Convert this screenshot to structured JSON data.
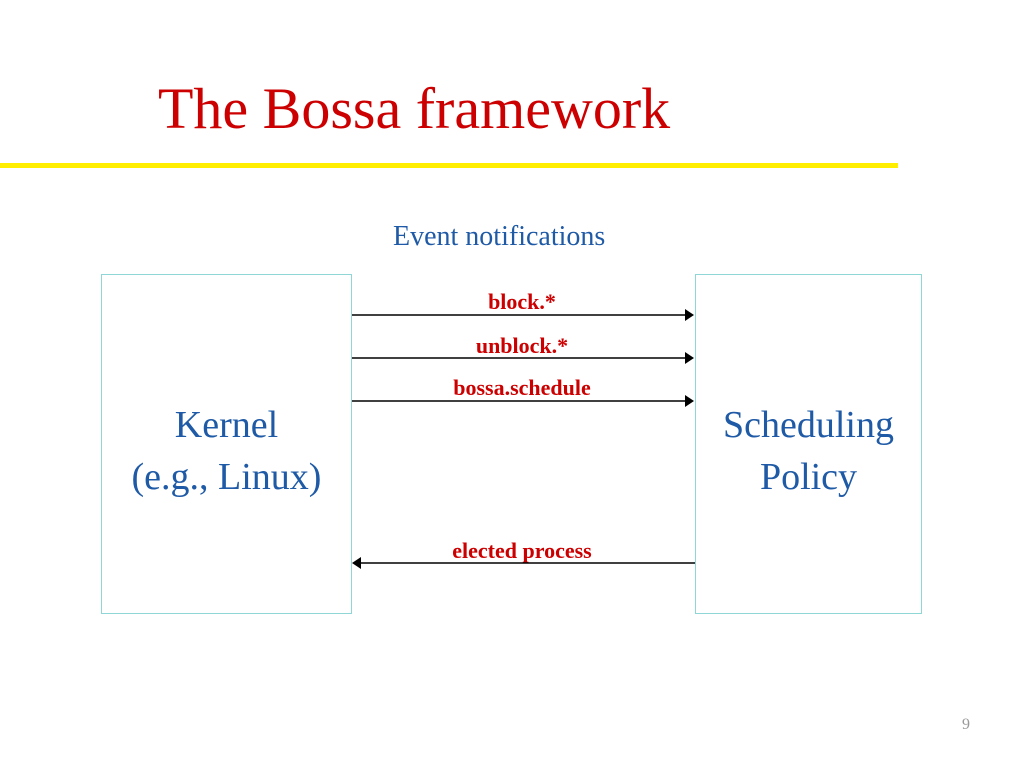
{
  "slide": {
    "title": "The Bossa framework",
    "event_notifications_label": "Event notifications",
    "kernel_box": {
      "line1": "Kernel",
      "line2": "(e.g., Linux)"
    },
    "policy_box": {
      "line1": "Scheduling",
      "line2": "Policy"
    },
    "messages": [
      {
        "label": "block.*",
        "direction": "kernel-to-policy"
      },
      {
        "label": "unblock.*",
        "direction": "kernel-to-policy"
      },
      {
        "label": "bossa.schedule",
        "direction": "kernel-to-policy"
      },
      {
        "label": "elected process",
        "direction": "policy-to-kernel"
      }
    ],
    "page_number": "9"
  },
  "colors": {
    "title": "#cc0000",
    "title_rule": "#ffee00",
    "blue_text": "#1f5aa6",
    "box_border": "#8fd6d6",
    "message_label": "#cc0000",
    "arrow": "#000000"
  }
}
